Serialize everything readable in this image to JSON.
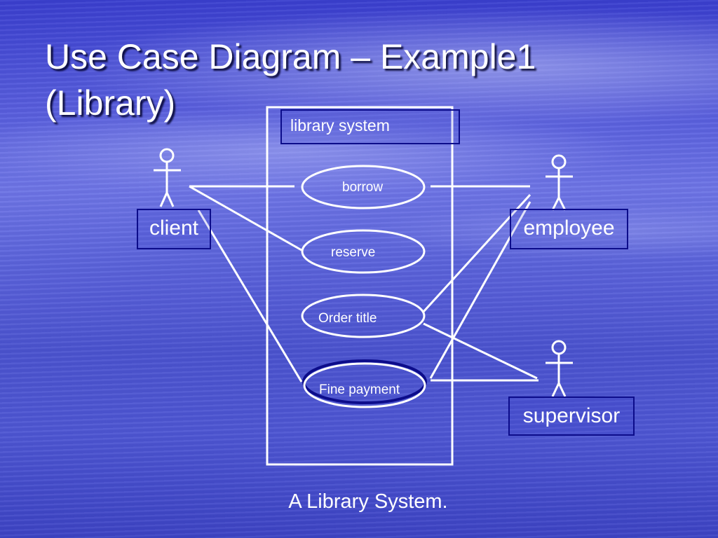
{
  "title": {
    "line1": "Use Case Diagram – Example1",
    "line2": "(Library)"
  },
  "system": {
    "label": "library system"
  },
  "actors": {
    "client": "client",
    "employee": "employee",
    "supervisor": "supervisor"
  },
  "use_cases": {
    "borrow": "borrow",
    "reserve": "reserve",
    "order_title": "Order title",
    "fine_payment": "Fine payment"
  },
  "caption": "A Library System.",
  "colors": {
    "line": "#ffffff",
    "label_border": "#0c0c8a"
  }
}
